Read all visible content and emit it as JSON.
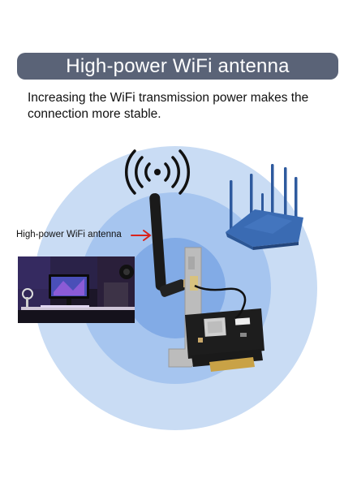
{
  "banner": {
    "title": "High-power WiFi antenna"
  },
  "subtitle": "Increasing the WiFi transmission power makes the connection more stable.",
  "callout": {
    "label": "High-power WiFi antenna"
  },
  "colors": {
    "banner_bg": "#5a6377",
    "ring_outer": "#c3d7f2",
    "ring_middle": "#9fc0ee",
    "ring_inner": "#7aa6e4",
    "router": "#3a6bb3",
    "arrow": "#d9231d",
    "pcb": "#1c1c1c",
    "bracket": "#b8b8b8"
  },
  "icons": [
    "wifi-signal-icon",
    "arrow-icon"
  ]
}
